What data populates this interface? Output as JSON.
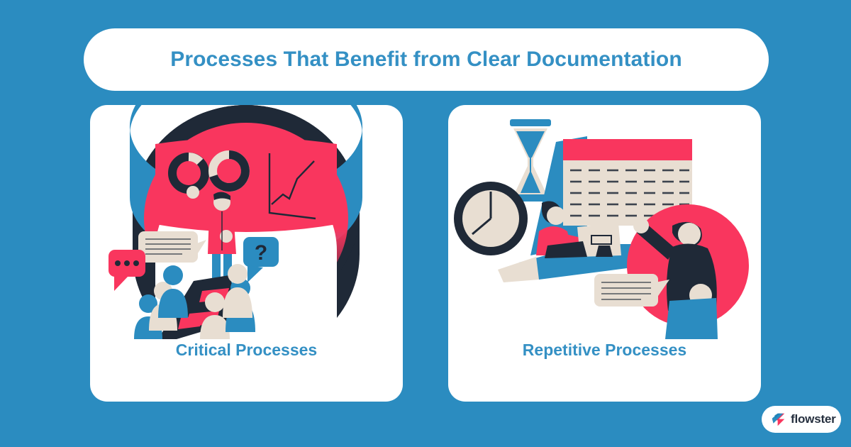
{
  "background_color": "#2b8cc0",
  "header": {
    "title": "Processes That Benefit from Clear Documentation",
    "title_color": "#3490c4",
    "card_color": "#ffffff"
  },
  "cards": [
    {
      "label": "Critical Processes",
      "label_color": "#3490c4",
      "illustration_name": "presentation-meeting-illustration",
      "illustration_elements": [
        "curved-dashboard-screen",
        "donut-chart-dark",
        "donut-chart-light",
        "line-graph",
        "presenter-figure",
        "audience-figures",
        "conference-table",
        "text-speech-bubble",
        "dots-speech-bubble",
        "question-speech-bubble"
      ]
    },
    {
      "label": "Repetitive Processes",
      "label_color": "#3490c4",
      "illustration_name": "schedule-routine-illustration",
      "illustration_elements": [
        "wall-clock",
        "hourglass",
        "calendar-grid",
        "seated-worker-figure",
        "standing-worker-figure",
        "laptop",
        "desk",
        "text-speech-bubble"
      ]
    }
  ],
  "logo": {
    "word": "flowster",
    "word_color": "#26303f",
    "mark_name": "flowster-arrow-mark",
    "mark_colors": [
      "#2b8cc0",
      "#f9365e"
    ]
  },
  "palette": {
    "blue": "#2b8cc0",
    "deep_blue": "#1d7fb5",
    "pink": "#f9365e",
    "navy": "#1f2937",
    "beige": "#e8ded2",
    "white": "#ffffff"
  }
}
